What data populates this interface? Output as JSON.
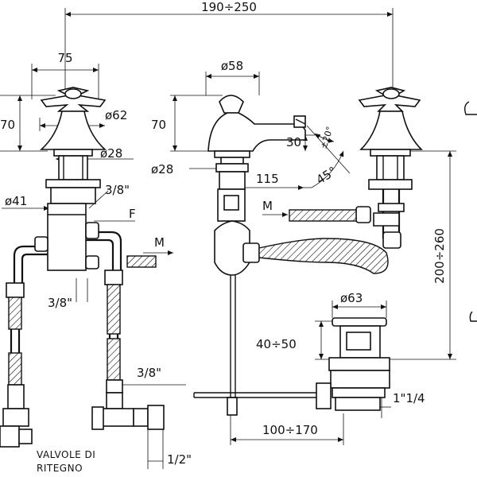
{
  "labels": {
    "width_range": "190÷250",
    "handle_span": "75",
    "spout_dia": "ø58",
    "rosette_dia": "ø62",
    "height_left": "70",
    "height_mid": "70",
    "base_dia_left": "ø28",
    "base_dia_mid": "ø28",
    "angle_small": "±20°",
    "spout_h": "30",
    "angle_45": "45°",
    "reach": "115",
    "connector_top": "3/8\"",
    "body_dia": "ø41",
    "f_label": "F",
    "m_left": "M",
    "m_right": "M",
    "connector_mid": "3/8\"",
    "connector_bottom": "3/8\"",
    "valve_note_1": "VALVOLE DI",
    "valve_note_2": "RITEGNO",
    "half_inch": "1/2\"",
    "waste_dia": "ø63",
    "waste_travel": "40÷50",
    "waste_thread": "1\"1/4",
    "rod_range": "100÷170",
    "vertical_range": "200÷260"
  }
}
